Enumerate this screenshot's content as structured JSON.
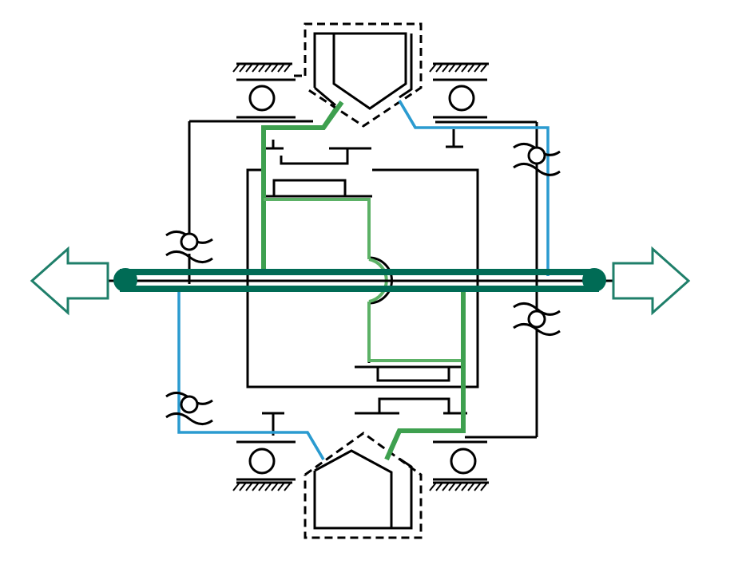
{
  "diagram": {
    "type": "gearbox-kinematic-schematic",
    "labels": [],
    "colors": {
      "background": "#ffffff",
      "frame": "#000000",
      "output_shaft": "#006b55",
      "output_arrow": "#1f7f6a",
      "path_green": "#3ea04f",
      "path_green_thin": "#5cb166",
      "path_blue": "#2b9bd0"
    },
    "components": [
      "output-shaft",
      "output-arrow-left",
      "output-arrow-right",
      "input-motor-top",
      "input-motor-bottom",
      "bearing-supports",
      "outer-frame",
      "inner-frame",
      "gear-pairs",
      "power-path-green",
      "power-path-blue",
      "sliding-couplings"
    ]
  }
}
